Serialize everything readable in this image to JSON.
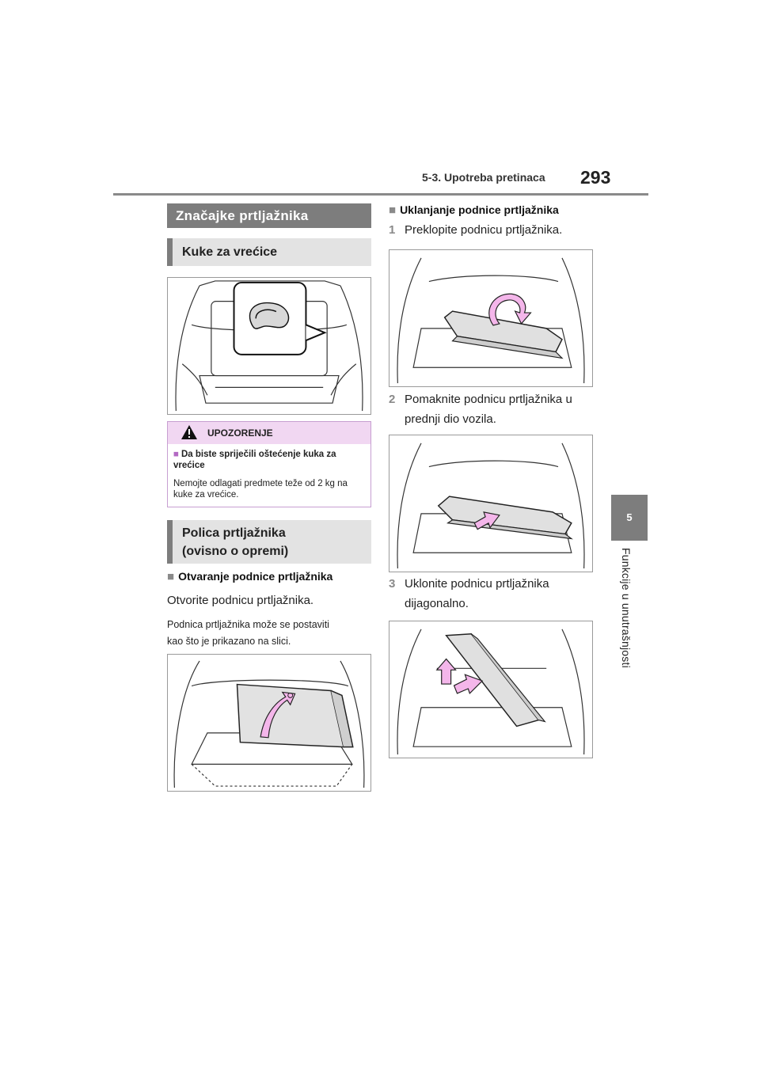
{
  "header": {
    "section": "5-3. Upotreba pretinaca",
    "page_number": "293"
  },
  "side_tab": {
    "number": "5",
    "label": "Funkcije u unutrašnjosti"
  },
  "left": {
    "main_heading": "Značajke prtljažnika",
    "sub_heading_1": "Kuke za vrećice",
    "warning": {
      "title": "UPOZORENJE",
      "subtitle": "Da biste spriječili oštećenje kuka za vrećice",
      "body": "Nemojte odlagati predmete teže od 2 kg na kuke za vrećice."
    },
    "sub_heading_2_line1": "Polica prtljažnika",
    "sub_heading_2_line2": "(ovisno o opremi)",
    "opening_heading": "Otvaranje podnice prtljažnika",
    "opening_text": "Otvorite podnicu prtljažnika.",
    "note_line1": "Podnica prtljažnika može se postaviti",
    "note_line2": "kao što je prikazano na slici."
  },
  "right": {
    "removal_heading": "Uklanjanje podnice prtljažnika",
    "steps": [
      {
        "num": "1",
        "line1": "Preklopite podnicu prtljažnika.",
        "line2": ""
      },
      {
        "num": "2",
        "line1": "Pomaknite podnicu prtljažnika u",
        "line2": "prednji dio vozila."
      },
      {
        "num": "3",
        "line1": "Uklonite podnicu prtljažnika",
        "line2": "dijagonalno."
      }
    ]
  },
  "colors": {
    "gray_bar": "#7d7d7d",
    "light_gray": "#e3e3e3",
    "warning_pink": "#f1d7f2",
    "arrow_pink": "#f4b6ea"
  }
}
